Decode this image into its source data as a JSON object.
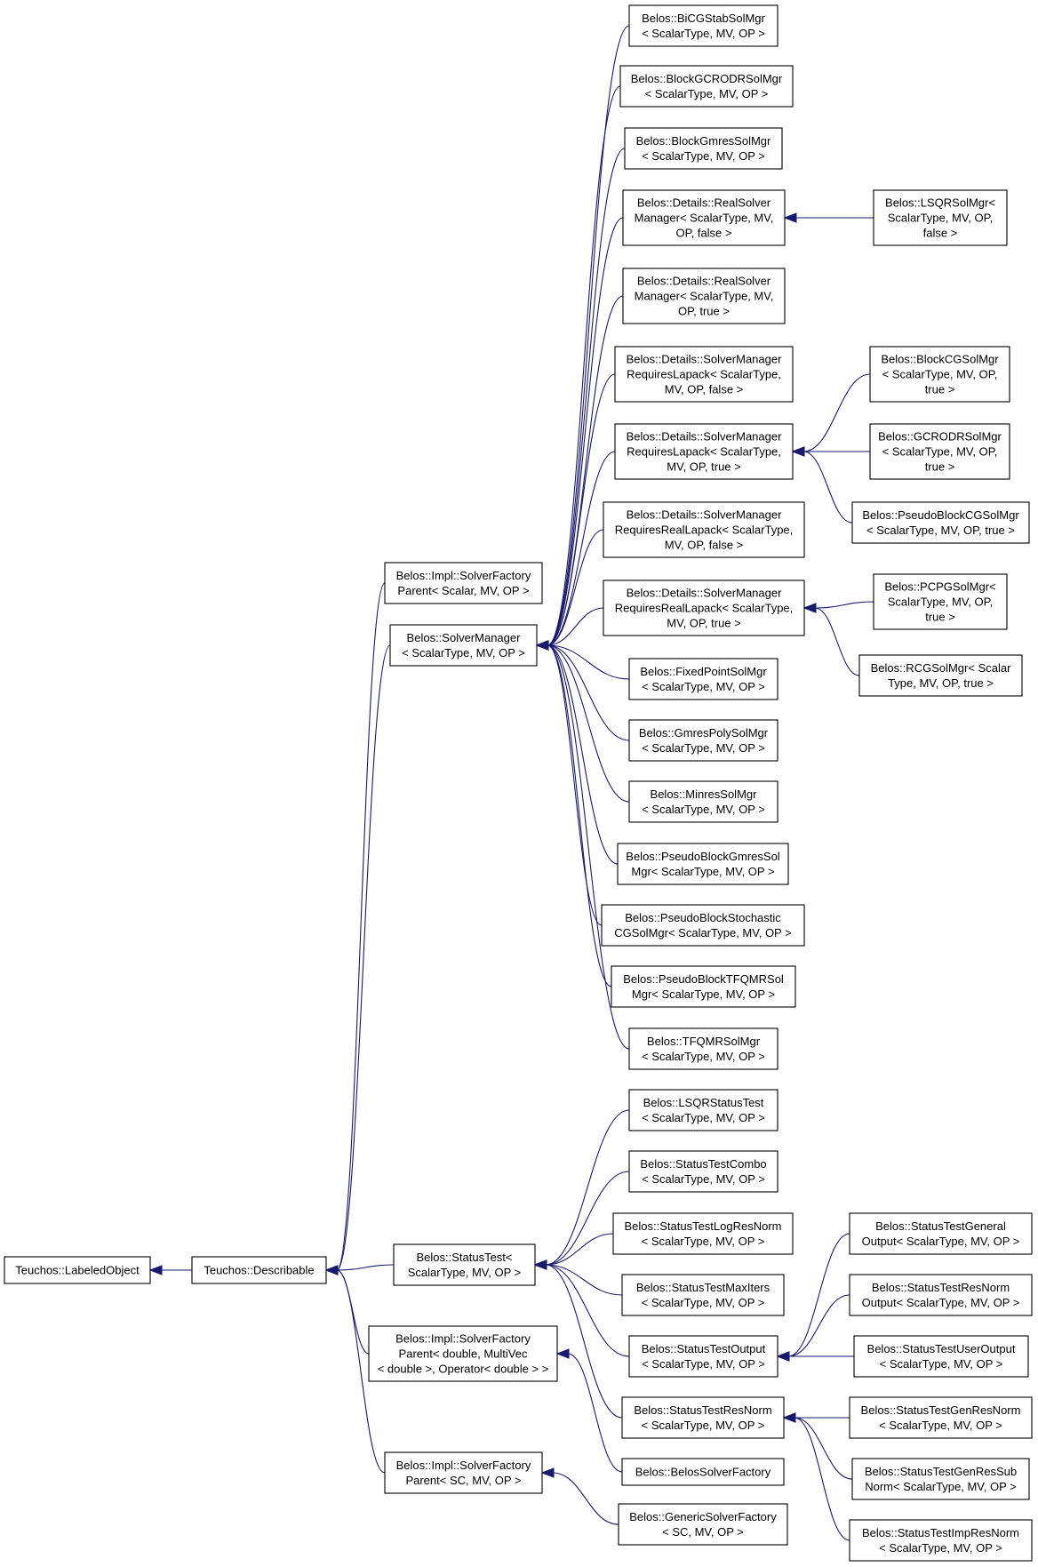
{
  "colors": {
    "edge": "#191970",
    "node_border": "#000000",
    "node_fill": "#ffffff",
    "background": "#ffffff"
  },
  "nodes": [
    {
      "id": "labeled",
      "lines": [
        "Teuchos::LabeledObject"
      ]
    },
    {
      "id": "describable",
      "lines": [
        "Teuchos::Describable"
      ]
    },
    {
      "id": "sfp_scalar",
      "lines": [
        "Belos::Impl::SolverFactory",
        "Parent< Scalar, MV, OP >"
      ]
    },
    {
      "id": "solvermanager",
      "lines": [
        "Belos::SolverManager",
        "< ScalarType, MV, OP >"
      ]
    },
    {
      "id": "statustest",
      "lines": [
        "Belos::StatusTest<",
        "ScalarType, MV, OP >"
      ]
    },
    {
      "id": "sfp_double",
      "lines": [
        "Belos::Impl::SolverFactory",
        "Parent< double, MultiVec",
        "< double >, Operator< double > >"
      ]
    },
    {
      "id": "sfp_sc",
      "lines": [
        "Belos::Impl::SolverFactory",
        "Parent< SC, MV, OP >"
      ]
    },
    {
      "id": "bicgstab",
      "lines": [
        "Belos::BiCGStabSolMgr",
        "< ScalarType, MV, OP >"
      ]
    },
    {
      "id": "blockgcrodr",
      "lines": [
        "Belos::BlockGCRODRSolMgr",
        "< ScalarType, MV, OP >"
      ]
    },
    {
      "id": "blockgmres",
      "lines": [
        "Belos::BlockGmresSolMgr",
        "< ScalarType, MV, OP >"
      ]
    },
    {
      "id": "realsolver_false",
      "lines": [
        "Belos::Details::RealSolver",
        "Manager< ScalarType, MV,",
        "OP, false >"
      ]
    },
    {
      "id": "realsolver_true",
      "lines": [
        "Belos::Details::RealSolver",
        "Manager< ScalarType, MV,",
        "OP, true >"
      ]
    },
    {
      "id": "lapack_false",
      "lines": [
        "Belos::Details::SolverManager",
        "RequiresLapack< ScalarType,",
        "MV, OP, false >"
      ]
    },
    {
      "id": "lapack_true",
      "lines": [
        "Belos::Details::SolverManager",
        "RequiresLapack< ScalarType,",
        "MV, OP, true >"
      ]
    },
    {
      "id": "reallapack_false",
      "lines": [
        "Belos::Details::SolverManager",
        "RequiresRealLapack< ScalarType,",
        "MV, OP, false >"
      ]
    },
    {
      "id": "reallapack_true",
      "lines": [
        "Belos::Details::SolverManager",
        "RequiresRealLapack< ScalarType,",
        "MV, OP, true >"
      ]
    },
    {
      "id": "fixedpoint",
      "lines": [
        "Belos::FixedPointSolMgr",
        "< ScalarType, MV, OP >"
      ]
    },
    {
      "id": "gmrespoly",
      "lines": [
        "Belos::GmresPolySolMgr",
        "< ScalarType, MV, OP >"
      ]
    },
    {
      "id": "minres",
      "lines": [
        "Belos::MinresSolMgr",
        "< ScalarType, MV, OP >"
      ]
    },
    {
      "id": "pbgmres",
      "lines": [
        "Belos::PseudoBlockGmresSol",
        "Mgr< ScalarType, MV, OP >"
      ]
    },
    {
      "id": "pbstoch",
      "lines": [
        "Belos::PseudoBlockStochastic",
        "CGSolMgr< ScalarType, MV, OP >"
      ]
    },
    {
      "id": "pbtfqmr",
      "lines": [
        "Belos::PseudoBlockTFQMRSol",
        "Mgr< ScalarType, MV, OP >"
      ]
    },
    {
      "id": "tfqmr",
      "lines": [
        "Belos::TFQMRSolMgr",
        "< ScalarType, MV, OP >"
      ]
    },
    {
      "id": "lsqr",
      "lines": [
        "Belos::LSQRSolMgr<",
        "ScalarType, MV, OP,",
        "false >"
      ]
    },
    {
      "id": "blockcg",
      "lines": [
        "Belos::BlockCGSolMgr",
        "< ScalarType, MV, OP,",
        "true >"
      ]
    },
    {
      "id": "gcrodr",
      "lines": [
        "Belos::GCRODRSolMgr",
        "< ScalarType, MV, OP,",
        "true >"
      ]
    },
    {
      "id": "pbcg",
      "lines": [
        "Belos::PseudoBlockCGSolMgr",
        "< ScalarType, MV, OP, true >"
      ]
    },
    {
      "id": "pcpg",
      "lines": [
        "Belos::PCPGSolMgr<",
        "ScalarType, MV, OP,",
        "true >"
      ]
    },
    {
      "id": "rcg",
      "lines": [
        "Belos::RCGSolMgr< Scalar",
        "Type, MV, OP, true >"
      ]
    },
    {
      "id": "lsqrstatus",
      "lines": [
        "Belos::LSQRStatusTest",
        "< ScalarType, MV, OP >"
      ]
    },
    {
      "id": "combo",
      "lines": [
        "Belos::StatusTestCombo",
        "< ScalarType, MV, OP >"
      ]
    },
    {
      "id": "logresnorm",
      "lines": [
        "Belos::StatusTestLogResNorm",
        "< ScalarType, MV, OP >"
      ]
    },
    {
      "id": "maxiters",
      "lines": [
        "Belos::StatusTestMaxIters",
        "< ScalarType, MV, OP >"
      ]
    },
    {
      "id": "stoutput",
      "lines": [
        "Belos::StatusTestOutput",
        "< ScalarType, MV, OP >"
      ]
    },
    {
      "id": "stresnorm",
      "lines": [
        "Belos::StatusTestResNorm",
        "< ScalarType, MV, OP >"
      ]
    },
    {
      "id": "belosfactory",
      "lines": [
        "Belos::BelosSolverFactory"
      ]
    },
    {
      "id": "genericfactory",
      "lines": [
        "Belos::GenericSolverFactory",
        "< SC, MV, OP >"
      ]
    },
    {
      "id": "generaloutput",
      "lines": [
        "Belos::StatusTestGeneral",
        "Output< ScalarType, MV, OP >"
      ]
    },
    {
      "id": "resnormoutput",
      "lines": [
        "Belos::StatusTestResNorm",
        "Output< ScalarType, MV, OP >"
      ]
    },
    {
      "id": "useroutput",
      "lines": [
        "Belos::StatusTestUserOutput",
        "< ScalarType, MV, OP >"
      ]
    },
    {
      "id": "genresnorm",
      "lines": [
        "Belos::StatusTestGenResNorm",
        "< ScalarType, MV, OP >"
      ]
    },
    {
      "id": "genressub",
      "lines": [
        "Belos::StatusTestGenResSub",
        "Norm< ScalarType, MV, OP >"
      ]
    },
    {
      "id": "impresnorm",
      "lines": [
        "Belos::StatusTestImpResNorm",
        "< ScalarType, MV, OP >"
      ]
    }
  ],
  "edges": [
    {
      "from": "describable",
      "to": "labeled"
    },
    {
      "from": "sfp_scalar",
      "to": "describable"
    },
    {
      "from": "solvermanager",
      "to": "describable"
    },
    {
      "from": "statustest",
      "to": "describable"
    },
    {
      "from": "sfp_double",
      "to": "describable"
    },
    {
      "from": "sfp_sc",
      "to": "describable"
    },
    {
      "from": "bicgstab",
      "to": "solvermanager"
    },
    {
      "from": "blockgcrodr",
      "to": "solvermanager"
    },
    {
      "from": "blockgmres",
      "to": "solvermanager"
    },
    {
      "from": "realsolver_false",
      "to": "solvermanager"
    },
    {
      "from": "realsolver_true",
      "to": "solvermanager"
    },
    {
      "from": "lapack_false",
      "to": "solvermanager"
    },
    {
      "from": "lapack_true",
      "to": "solvermanager"
    },
    {
      "from": "reallapack_false",
      "to": "solvermanager"
    },
    {
      "from": "reallapack_true",
      "to": "solvermanager"
    },
    {
      "from": "fixedpoint",
      "to": "solvermanager"
    },
    {
      "from": "gmrespoly",
      "to": "solvermanager"
    },
    {
      "from": "minres",
      "to": "solvermanager"
    },
    {
      "from": "pbgmres",
      "to": "solvermanager"
    },
    {
      "from": "pbstoch",
      "to": "solvermanager"
    },
    {
      "from": "pbtfqmr",
      "to": "solvermanager"
    },
    {
      "from": "tfqmr",
      "to": "solvermanager"
    },
    {
      "from": "lsqr",
      "to": "realsolver_false"
    },
    {
      "from": "blockcg",
      "to": "lapack_true"
    },
    {
      "from": "gcrodr",
      "to": "lapack_true"
    },
    {
      "from": "pbcg",
      "to": "lapack_true"
    },
    {
      "from": "pcpg",
      "to": "reallapack_true"
    },
    {
      "from": "rcg",
      "to": "reallapack_true"
    },
    {
      "from": "lsqrstatus",
      "to": "statustest"
    },
    {
      "from": "combo",
      "to": "statustest"
    },
    {
      "from": "logresnorm",
      "to": "statustest"
    },
    {
      "from": "maxiters",
      "to": "statustest"
    },
    {
      "from": "stoutput",
      "to": "statustest"
    },
    {
      "from": "stresnorm",
      "to": "statustest"
    },
    {
      "from": "belosfactory",
      "to": "sfp_double"
    },
    {
      "from": "genericfactory",
      "to": "sfp_sc"
    },
    {
      "from": "generaloutput",
      "to": "stoutput"
    },
    {
      "from": "resnormoutput",
      "to": "stoutput"
    },
    {
      "from": "useroutput",
      "to": "stoutput"
    },
    {
      "from": "genresnorm",
      "to": "stresnorm"
    },
    {
      "from": "genressub",
      "to": "stresnorm"
    },
    {
      "from": "impresnorm",
      "to": "stresnorm"
    }
  ]
}
